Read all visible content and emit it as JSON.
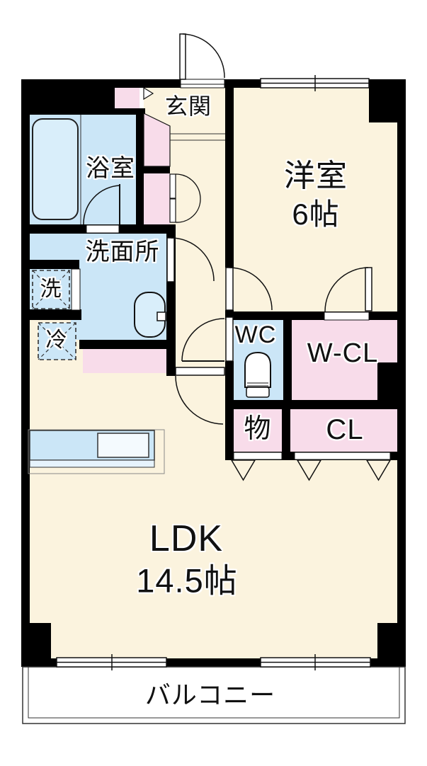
{
  "title": "1LDK apartment floor plan",
  "rooms": {
    "genkan": {
      "label": "玄関"
    },
    "western_room": {
      "label": "洋室",
      "size": "6帖"
    },
    "bath": {
      "label": "浴室"
    },
    "washroom": {
      "label": "洗面所"
    },
    "washer": {
      "label": "洗"
    },
    "refrigerator": {
      "label": "冷"
    },
    "toilet": {
      "label": "WC"
    },
    "walk_in_closet": {
      "label": "W-CL"
    },
    "storage": {
      "label": "物"
    },
    "closet": {
      "label": "CL"
    },
    "ldk": {
      "label": "LDK",
      "size": "14.5帖"
    },
    "balcony": {
      "label": "バルコニー"
    }
  },
  "colors": {
    "background": "#FFFFFF",
    "floor": "#FBF3DE",
    "wet_area": "#CBE6F7",
    "fixture_fill": "#D9EEFA",
    "closet_pink": "#F8DCEA",
    "wall": "#000000",
    "line": "#111111"
  }
}
